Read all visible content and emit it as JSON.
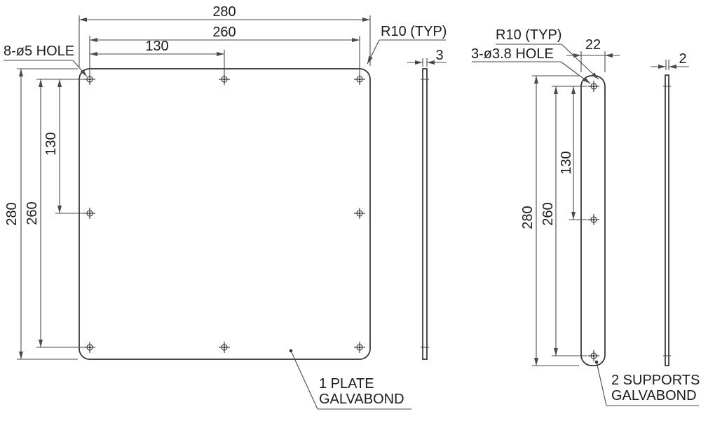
{
  "plate": {
    "dim_width": "280",
    "dim_hole_span": "260",
    "dim_hole_half": "130",
    "dim_height": "280",
    "dim_hole_span_v": "260",
    "dim_hole_half_v": "130",
    "hole_callout": "8-ø5 HOLE",
    "radius_callout": "R10 (TYP)",
    "thickness": "3",
    "note": {
      "line1": "1 PLATE",
      "line2": "GALVABOND"
    }
  },
  "support": {
    "radius_callout": "R10 (TYP)",
    "hole_callout": "3-ø3.8 HOLE",
    "dim_width": "22",
    "dim_height": "280",
    "dim_hole_span_v": "260",
    "dim_hole_half_v": "130",
    "thickness": "2",
    "note": {
      "line1": "2 SUPPORTS",
      "line2": "GALVABOND"
    }
  },
  "colors": {
    "line": "#2f2f2f",
    "dimension_line": "#4a4a4a",
    "text": "#1c1c1c",
    "background": "#ffffff"
  }
}
